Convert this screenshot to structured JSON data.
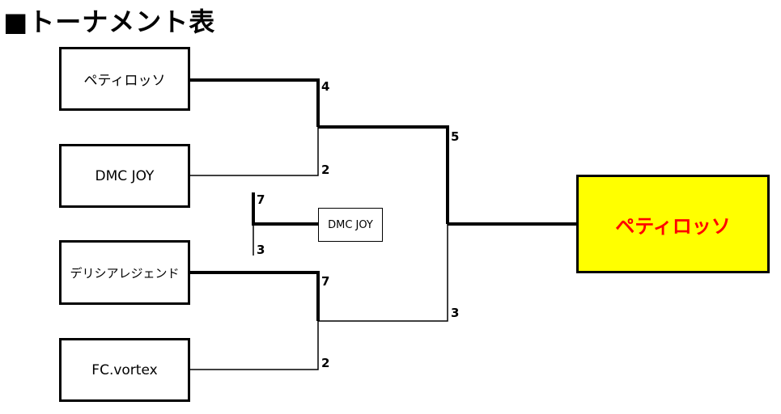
{
  "title": "■トーナメント表",
  "teams": [
    {
      "name": "ペティロッソ"
    },
    {
      "name": "DMC JOY"
    },
    {
      "name": "デリシアレジェンド"
    },
    {
      "name": "FC.vortex"
    }
  ],
  "matches": {
    "semi1": {
      "top_score": "4",
      "bottom_score": "2"
    },
    "semi2": {
      "top_score": "7",
      "bottom_score": "2"
    },
    "final": {
      "top_score": "5",
      "bottom_score": "3"
    },
    "side": {
      "top_score": "7",
      "bottom_score": "3",
      "label": "DMC JOY"
    }
  },
  "champion": {
    "name": "ペティロッソ"
  },
  "colors": {
    "champion_bg": "#ffff00",
    "champion_text": "#ff0000",
    "line": "#000000"
  }
}
